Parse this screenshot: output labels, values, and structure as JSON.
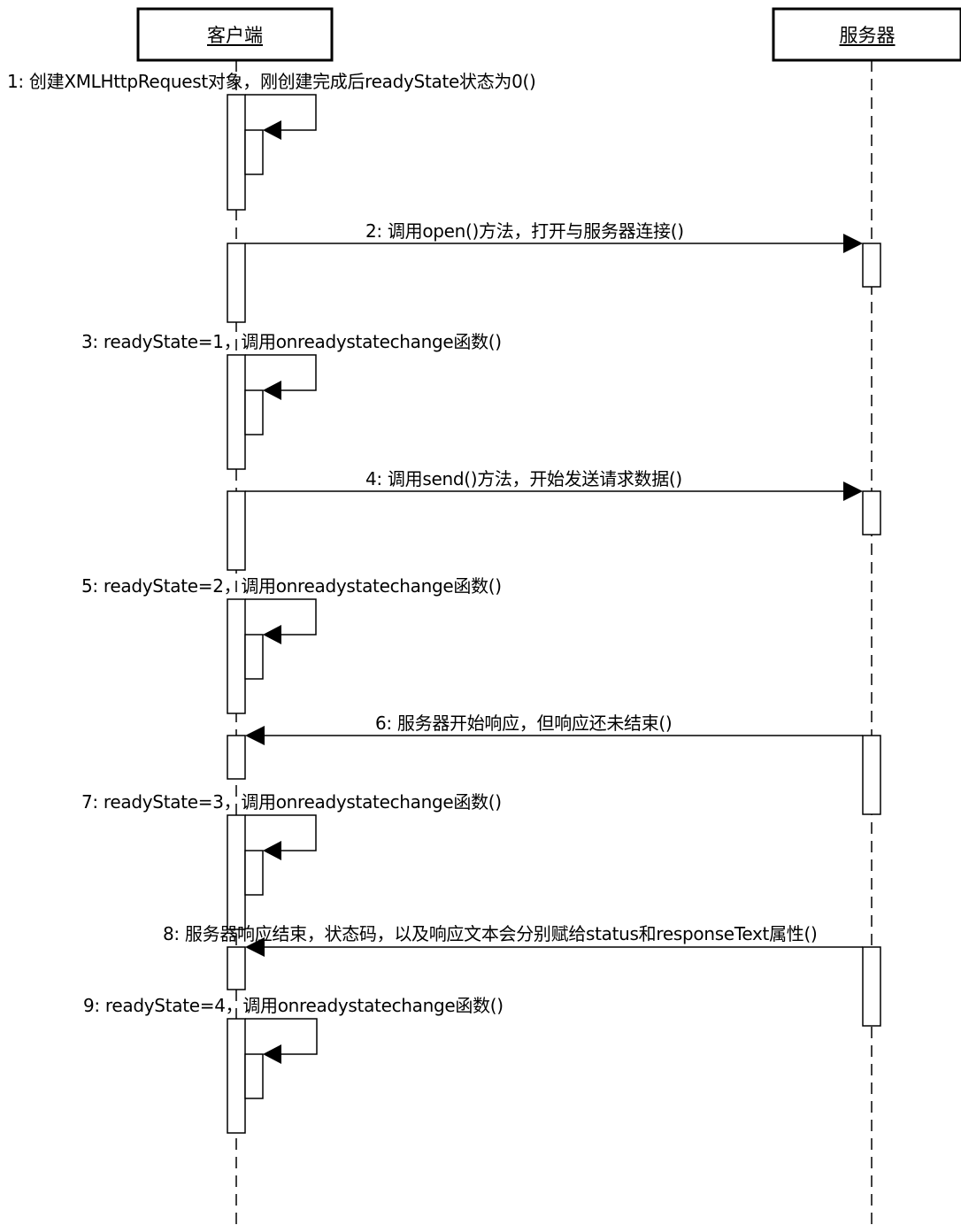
{
  "participants": [
    {
      "name": "客户端"
    },
    {
      "name": "服务器"
    }
  ],
  "messages": [
    {
      "label": "1: 创建XMLHttpRequest对象，刚创建完成后readyState状态为0()",
      "kind": "self"
    },
    {
      "label": "2: 调用open()方法，打开与服务器连接()",
      "kind": "to-server"
    },
    {
      "label": "3: readyState=1，调用onreadystatechange函数()",
      "kind": "self"
    },
    {
      "label": "4: 调用send()方法，开始发送请求数据()",
      "kind": "to-server"
    },
    {
      "label": "5: readyState=2，调用onreadystatechange函数()",
      "kind": "self"
    },
    {
      "label": "6: 服务器开始响应，但响应还未结束()",
      "kind": "to-client"
    },
    {
      "label": "7: readyState=3，调用onreadystatechange函数()",
      "kind": "self"
    },
    {
      "label": "8: 服务器响应结束，状态码，以及响应文本会分别赋给status和responseText属性()",
      "kind": "to-client"
    },
    {
      "label": "9: readyState=4，调用onreadystatechange函数()",
      "kind": "self"
    }
  ]
}
